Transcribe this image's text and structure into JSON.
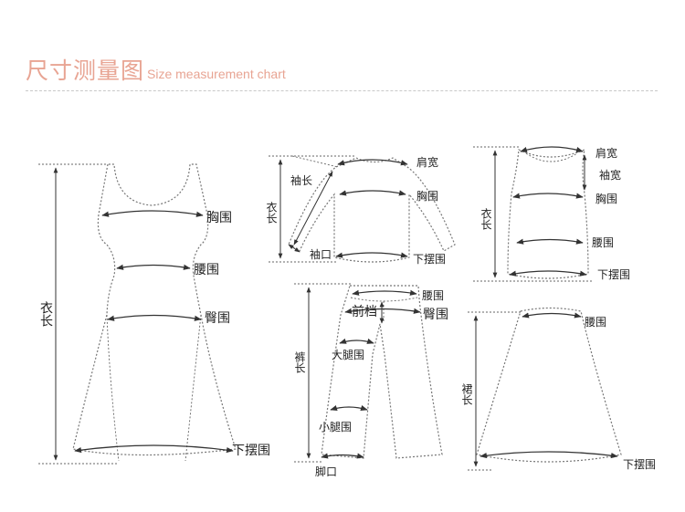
{
  "header": {
    "title_cn": "尺寸测量图",
    "title_en": "Size measurement chart"
  },
  "dress": {
    "chest": "胸围",
    "waist": "腰围",
    "hip": "臀围",
    "hem": "下摆围",
    "length": "衣长"
  },
  "shirt": {
    "shoulder": "肩宽",
    "sleeve_length": "袖长",
    "chest": "胸围",
    "length": "衣长",
    "cuff": "袖口",
    "hem": "下摆围"
  },
  "tank": {
    "shoulder": "肩宽",
    "sleeve_width": "袖宽",
    "chest": "胸围",
    "length": "衣长",
    "waist": "腰围",
    "hem": "下摆围"
  },
  "pants": {
    "waist": "腰围",
    "front_rise": "前档",
    "hip": "臀围",
    "length": "裤长",
    "thigh": "大腿围",
    "calf": "小腿围",
    "leg_opening": "脚口"
  },
  "skirt": {
    "waist": "腰围",
    "length": "裙长",
    "hem": "下摆围"
  }
}
